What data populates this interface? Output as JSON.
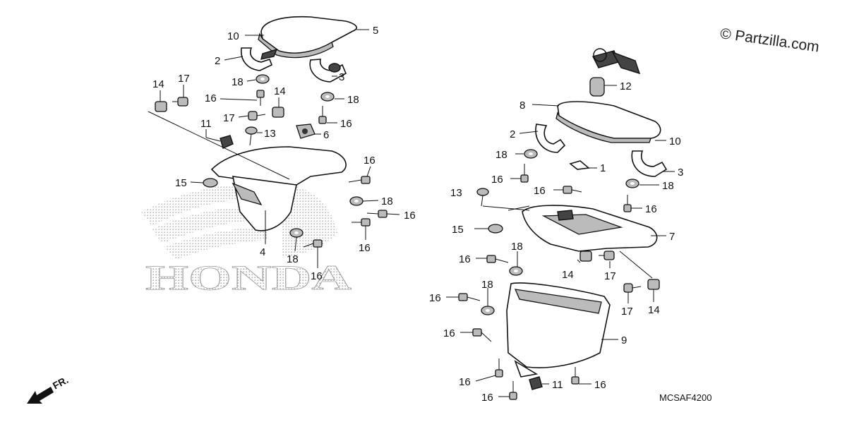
{
  "watermark": {
    "brand": "HONDA"
  },
  "copyright": "© Partzilla.com",
  "diagram_code": "MCSAF4200",
  "direction_label": "FR.",
  "callouts": {
    "l5": "5",
    "l10": "10",
    "l2": "2",
    "l3": "3",
    "l18a": "18",
    "l18b": "18",
    "l14a": "14",
    "l17a": "17",
    "l16a": "16",
    "l14b": "14",
    "l17b": "17",
    "l16b": "16",
    "l11": "11",
    "l13": "13",
    "l6": "6",
    "l16c": "16",
    "l15": "15",
    "l18c": "18",
    "l16d": "16",
    "l16e": "16",
    "l4": "4",
    "l18d": "18",
    "l16f": "16",
    "r12": "12",
    "r8": "8",
    "r2": "2",
    "r10": "10",
    "r18a": "18",
    "r1": "1",
    "r3": "3",
    "r16a": "16",
    "r16b": "16",
    "r18b": "18",
    "r16c": "16",
    "r13": "13",
    "r15": "15",
    "r7": "7",
    "r16d": "16",
    "r18c": "18",
    "r14a": "14",
    "r17a": "17",
    "r16e": "16",
    "r18d": "18",
    "r17b": "17",
    "r14b": "14",
    "r16f": "16",
    "r9": "9",
    "r16g": "16",
    "r11": "11",
    "r16h": "16",
    "r16i": "16"
  }
}
